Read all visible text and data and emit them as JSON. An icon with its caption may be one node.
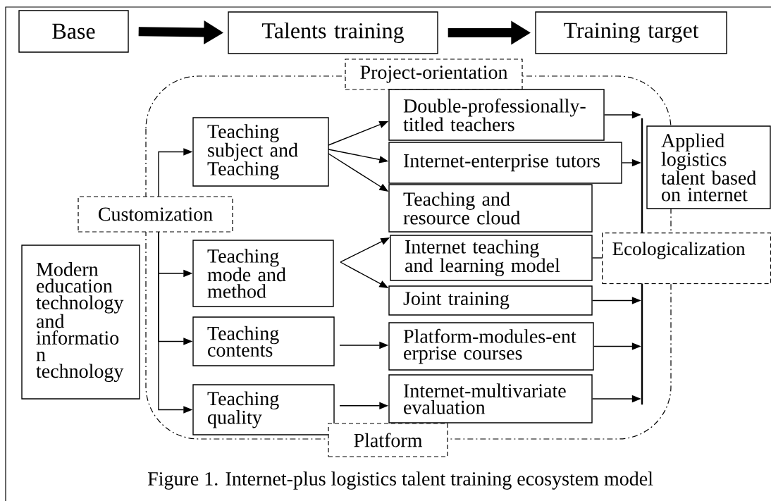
{
  "diagram": {
    "caption": "Figure 1. Internet-plus logistics talent training ecosystem model",
    "nodes": [
      {
        "text": [
          "Base"
        ]
      },
      {
        "text": [
          "Talents training"
        ]
      },
      {
        "text": [
          "Training target"
        ]
      },
      {
        "text": [
          "Project-orientation"
        ]
      },
      {
        "text": [
          "Customization"
        ]
      },
      {
        "text": [
          "Teaching subject and Teaching"
        ]
      },
      {
        "text": [
          "Double-professionally-titled teachers"
        ]
      },
      {
        "text": [
          "Internet-enterprise tutors"
        ]
      },
      {
        "text": [
          "Teaching and resource cloud"
        ]
      },
      {
        "text": [
          "Applied logistics talent based on internet"
        ]
      },
      {
        "text": [
          "Ecologicalization"
        ]
      },
      {
        "text": [
          "Modern education technology and informatio n technology"
        ]
      },
      {
        "text": [
          "Teaching mode and method"
        ]
      },
      {
        "text": [
          "Internet teaching and learning model"
        ]
      },
      {
        "text": [
          "Joint training"
        ]
      },
      {
        "text": [
          "Teaching contents"
        ]
      },
      {
        "text": [
          "Platform-modules-ent erprise courses"
        ]
      },
      {
        "text": [
          "Teaching quality"
        ]
      },
      {
        "text": [
          "Internet-multivariate evaluation"
        ]
      },
      {
        "text": [
          "Platform"
        ]
      },
      {
        "text": [],
        "shape": "bar"
      }
    ],
    "edges": [
      {
        "from": 0,
        "to": 1,
        "arrow": "to",
        "style": "thick"
      },
      {
        "from": 1,
        "to": 2,
        "arrow": "to",
        "style": "thick"
      },
      {
        "from": 4,
        "to": 5,
        "arrow": "to"
      },
      {
        "from": 4,
        "to": 12,
        "arrow": "to"
      },
      {
        "from": 4,
        "to": 15,
        "arrow": "to"
      },
      {
        "from": 4,
        "to": 17,
        "arrow": "to"
      },
      {
        "from": 5,
        "to": 6,
        "arrow": "to"
      },
      {
        "from": 5,
        "to": 7,
        "arrow": "to"
      },
      {
        "from": 5,
        "to": 8,
        "arrow": "to"
      },
      {
        "from": 12,
        "to": 13,
        "arrow": "to"
      },
      {
        "from": 12,
        "to": 14,
        "arrow": "to"
      },
      {
        "from": 15,
        "to": 16,
        "arrow": "to"
      },
      {
        "from": 17,
        "to": 18,
        "arrow": "to"
      },
      {
        "from": 6,
        "to": 20,
        "arrow": "to"
      },
      {
        "from": 7,
        "to": 20,
        "arrow": "to"
      },
      {
        "from": 14,
        "to": 20,
        "arrow": "to"
      },
      {
        "from": 16,
        "to": 20,
        "arrow": "to"
      },
      {
        "from": 18,
        "to": 20,
        "arrow": "to"
      },
      {
        "from": 13,
        "to": 10,
        "arrow": "none"
      }
    ]
  }
}
